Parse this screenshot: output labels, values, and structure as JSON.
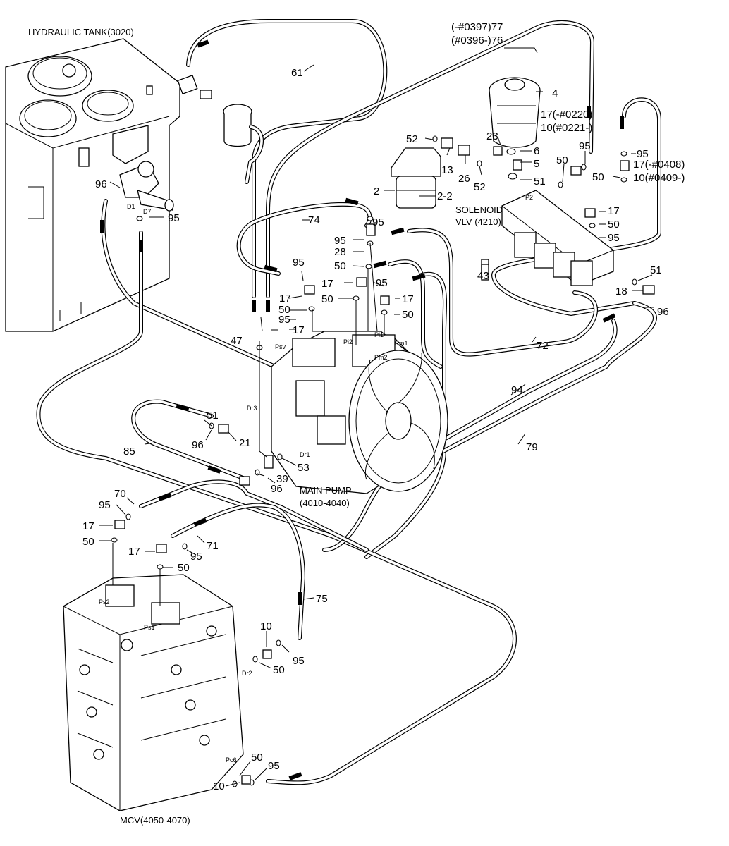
{
  "titles": {
    "tank": "HYDRAULIC TANK(3020)",
    "pump_1": "MAIN PUMP",
    "pump_2": "(4010-4040)",
    "solenoid_1": "SOLENOID",
    "solenoid_2": "VLV (4210)",
    "mcv": "MCV(4050-4070)"
  },
  "callouts": {
    "c77": "(-#0397)77",
    "c76": "(#0396-)76",
    "c61": "61",
    "c4": "4",
    "c17a": "17(-#0220)",
    "c10a": "10(#0221-)",
    "c52a": "52",
    "c23": "23",
    "c6": "6",
    "c5": "5",
    "c13": "13",
    "c26": "26",
    "c52b": "52",
    "c50a": "50",
    "c95a": "95",
    "c95b": "95",
    "c17b": "17(-#0408)",
    "c10b": "10(#0409-)",
    "c51a": "51",
    "c50b": "50",
    "c2": "2",
    "c2_2": "2-2",
    "c96a": "96",
    "c95c": "95",
    "c74": "74",
    "c95d": "95",
    "c95e": "95",
    "c28": "28",
    "c17c": "17",
    "c50c": "50",
    "c95f": "95",
    "c95g": "95",
    "c50d": "50",
    "c43": "43",
    "c17d": "17",
    "c17e": "17",
    "c50e": "50",
    "c95h": "95",
    "c50f": "50",
    "c95i": "95",
    "c17f": "17",
    "c51b": "51",
    "c18": "18",
    "c96b": "96",
    "c17g": "17",
    "c50g": "50",
    "c72": "72",
    "c47": "47",
    "c94": "94",
    "c51c": "51",
    "c96c": "96",
    "c21": "21",
    "c85": "85",
    "c79": "79",
    "c53": "53",
    "c39": "39",
    "c96d": "96",
    "c70": "70",
    "c95j": "95",
    "c17h": "17",
    "c50h": "50",
    "c17i": "17",
    "c50i": "50",
    "c95k": "95",
    "c71": "71",
    "c75": "75",
    "c10c": "10",
    "c95l": "95",
    "c50j": "50",
    "c50k": "50",
    "c95m": "95",
    "c10d": "10"
  },
  "ports": {
    "d1": "D1",
    "d7": "D7",
    "psv": "Psv",
    "pi2": "Pi2",
    "pi1": "Pi1",
    "pm1": "Pm1",
    "pm2": "Pm2",
    "dr3": "Dr3",
    "dr1": "Dr1",
    "ps2": "Ps2",
    "ps1": "Ps1",
    "dr2": "Dr2",
    "pc6": "Pc6",
    "p2": "P2"
  }
}
